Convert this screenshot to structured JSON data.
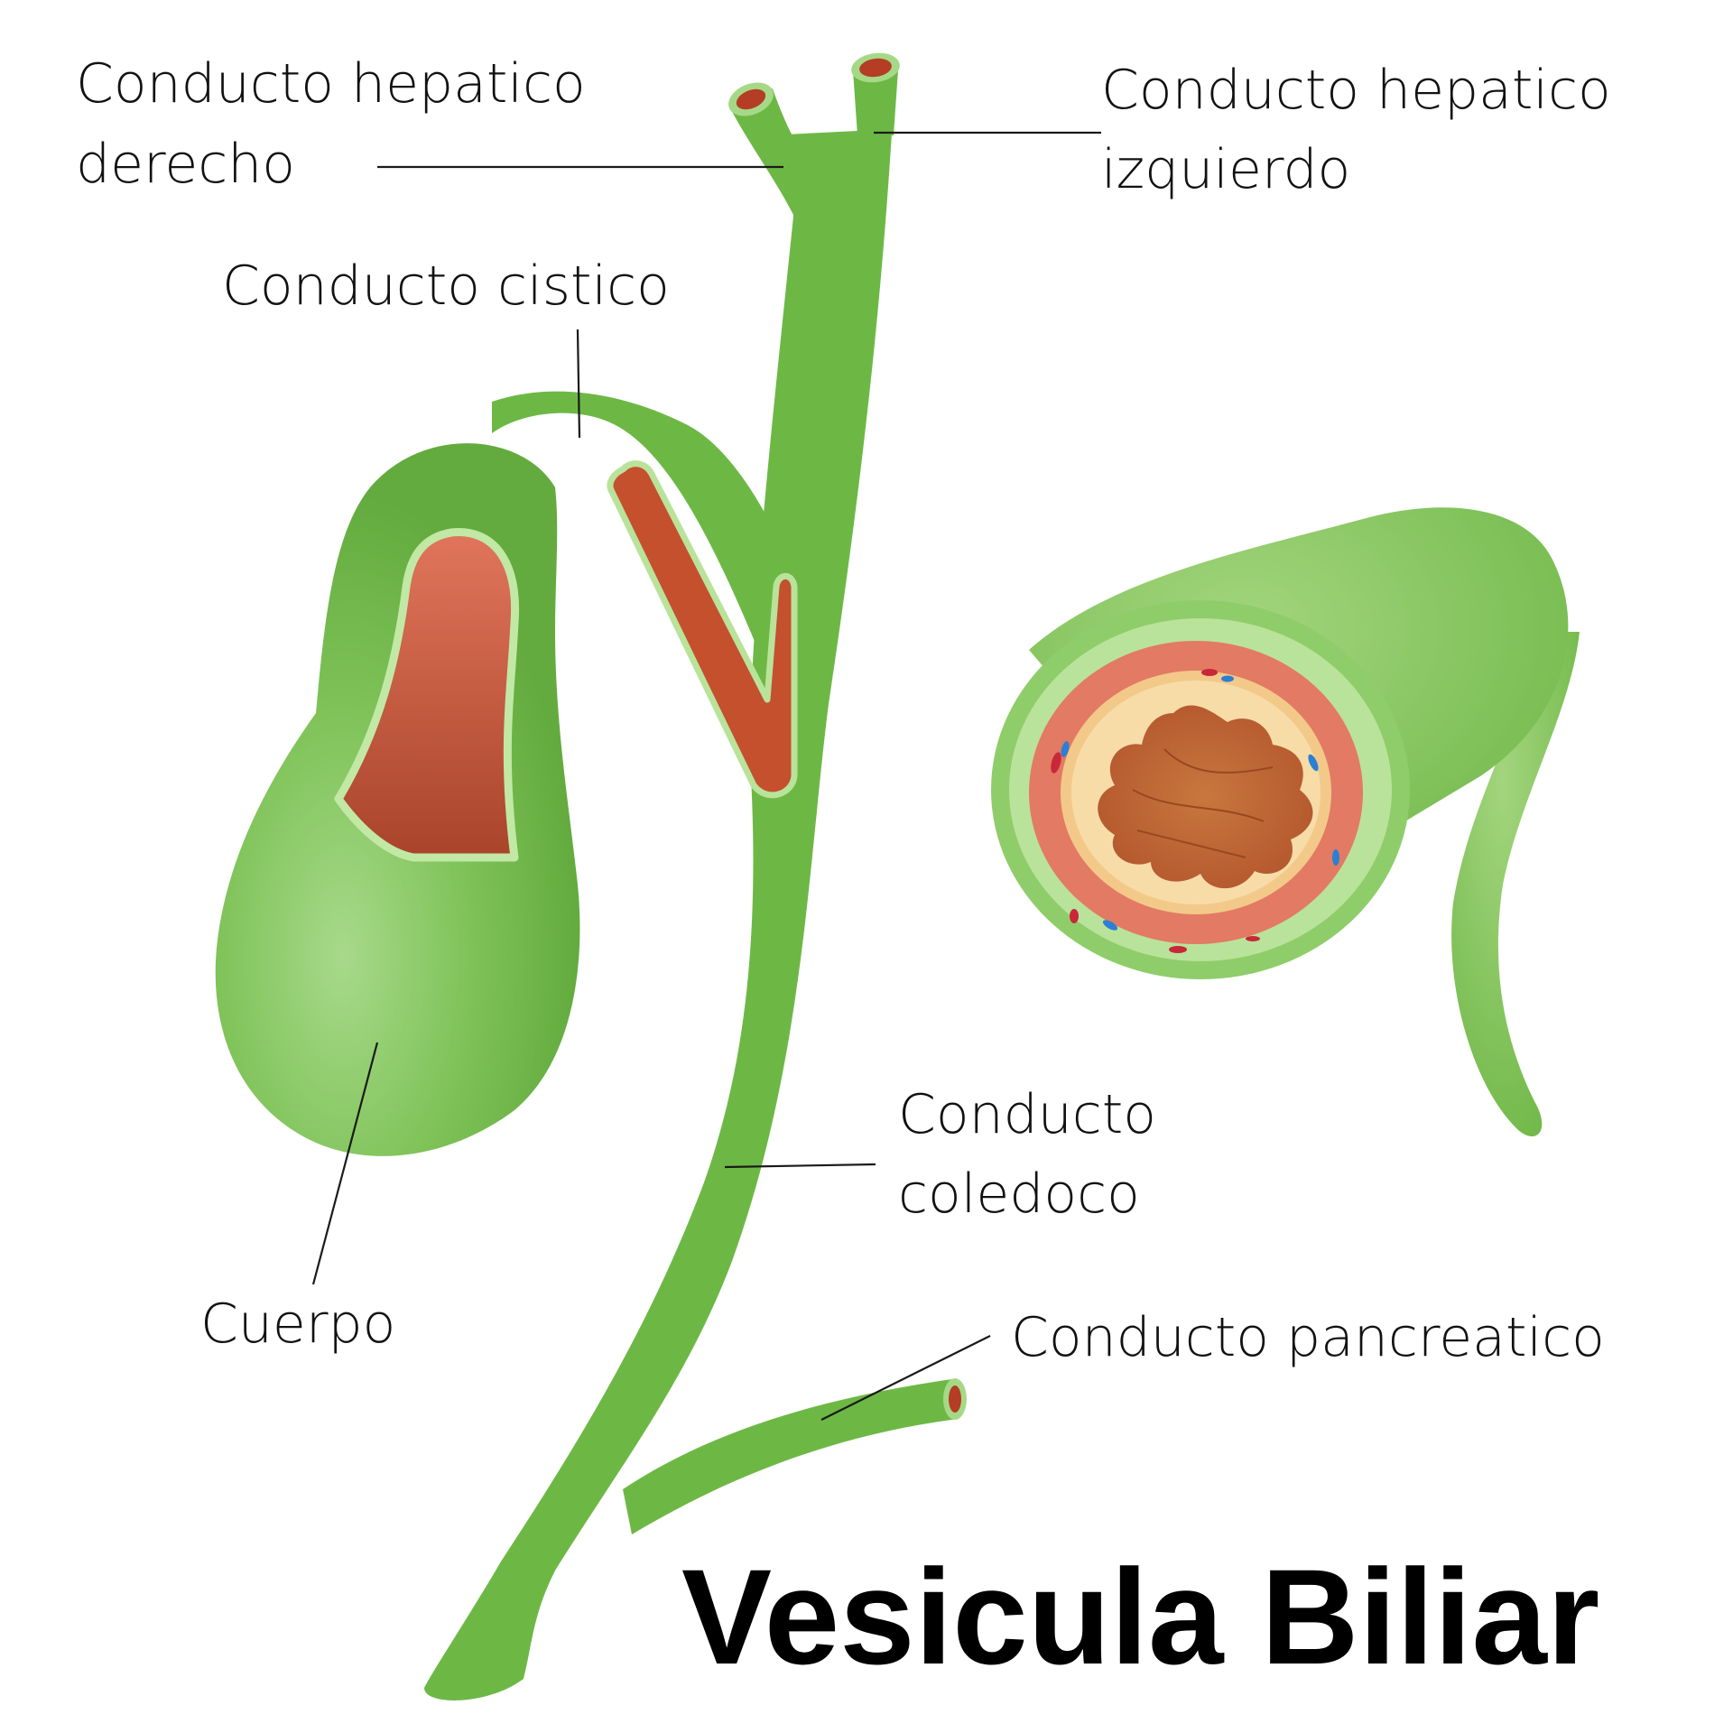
{
  "title": "Vesicula Biliar",
  "labels": {
    "right_hepatic": [
      "Conducto hepatico",
      "derecho"
    ],
    "left_hepatic": [
      "Conducto hepatico",
      "izquierdo"
    ],
    "cystic": "Conducto cistico",
    "common_bile": [
      "Conducto",
      "coledoco"
    ],
    "body": "Cuerpo",
    "pancreatic": "Conducto pancreatico"
  },
  "colors": {
    "duct_green": "#6db845",
    "light_green": "#9fd47a",
    "rim_green": "#b9e39a",
    "lumen_red": "#c4502e",
    "mucosa_peach": "#f3c98a",
    "muscle_pink": "#e37a63"
  }
}
